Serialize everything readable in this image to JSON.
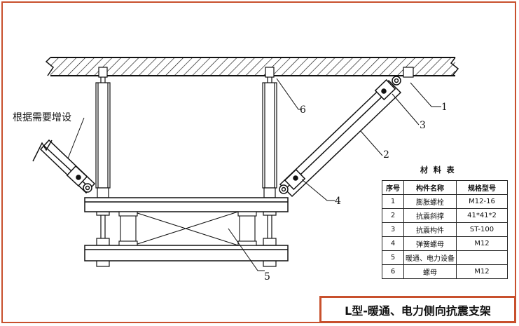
{
  "diagram": {
    "note": "根据需要增设",
    "callouts": [
      "1",
      "2",
      "3",
      "4",
      "5",
      "6"
    ]
  },
  "materials": {
    "title": "材 料 表",
    "headers": [
      "序号",
      "构件名称",
      "规格型号"
    ],
    "rows": [
      [
        "1",
        "膨胀螺栓",
        "M12-16"
      ],
      [
        "2",
        "抗震斜撑",
        "41*41*2"
      ],
      [
        "3",
        "抗震构件",
        "ST-100"
      ],
      [
        "4",
        "弹簧螺母",
        "M12"
      ],
      [
        "5",
        "暖通、电力设备",
        ""
      ],
      [
        "6",
        "螺母",
        "M12"
      ]
    ]
  },
  "title": "L型-暖通、电力侧向抗震支架",
  "colors": {
    "frame": "#c8502d",
    "line": "#111111"
  }
}
